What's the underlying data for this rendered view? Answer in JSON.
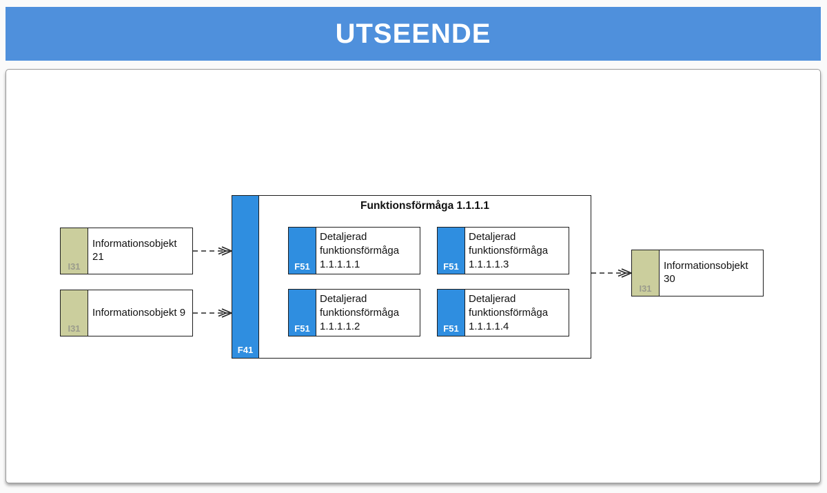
{
  "header": {
    "title": "UTSEENDE"
  },
  "colors": {
    "banner_blue": "#4f90dc",
    "node_blue": "#2f8ee0",
    "node_tan": "#cbce9d",
    "tan_tag_text": "#9a9b8c",
    "blue_tag_text": "#ffffff",
    "node_border": "#1c1c1c"
  },
  "diagram": {
    "left_nodes": [
      {
        "tag": "I31",
        "label": "Informationsobjekt 21"
      },
      {
        "tag": "I31",
        "label": "Informationsobjekt 9"
      }
    ],
    "container": {
      "tag": "F41",
      "title": "Funktionsförmåga 1.1.1.1",
      "children": [
        {
          "tag": "F51",
          "label": "Detaljerad funktionsförmåga 1.1.1.1.1"
        },
        {
          "tag": "F51",
          "label": "Detaljerad funktionsförmåga 1.1.1.1.3"
        },
        {
          "tag": "F51",
          "label": "Detaljerad funktionsförmåga 1.1.1.1.2"
        },
        {
          "tag": "F51",
          "label": "Detaljerad funktionsförmåga 1.1.1.1.4"
        }
      ]
    },
    "right_node": {
      "tag": "I31",
      "label": "Informationsobjekt 30"
    }
  }
}
